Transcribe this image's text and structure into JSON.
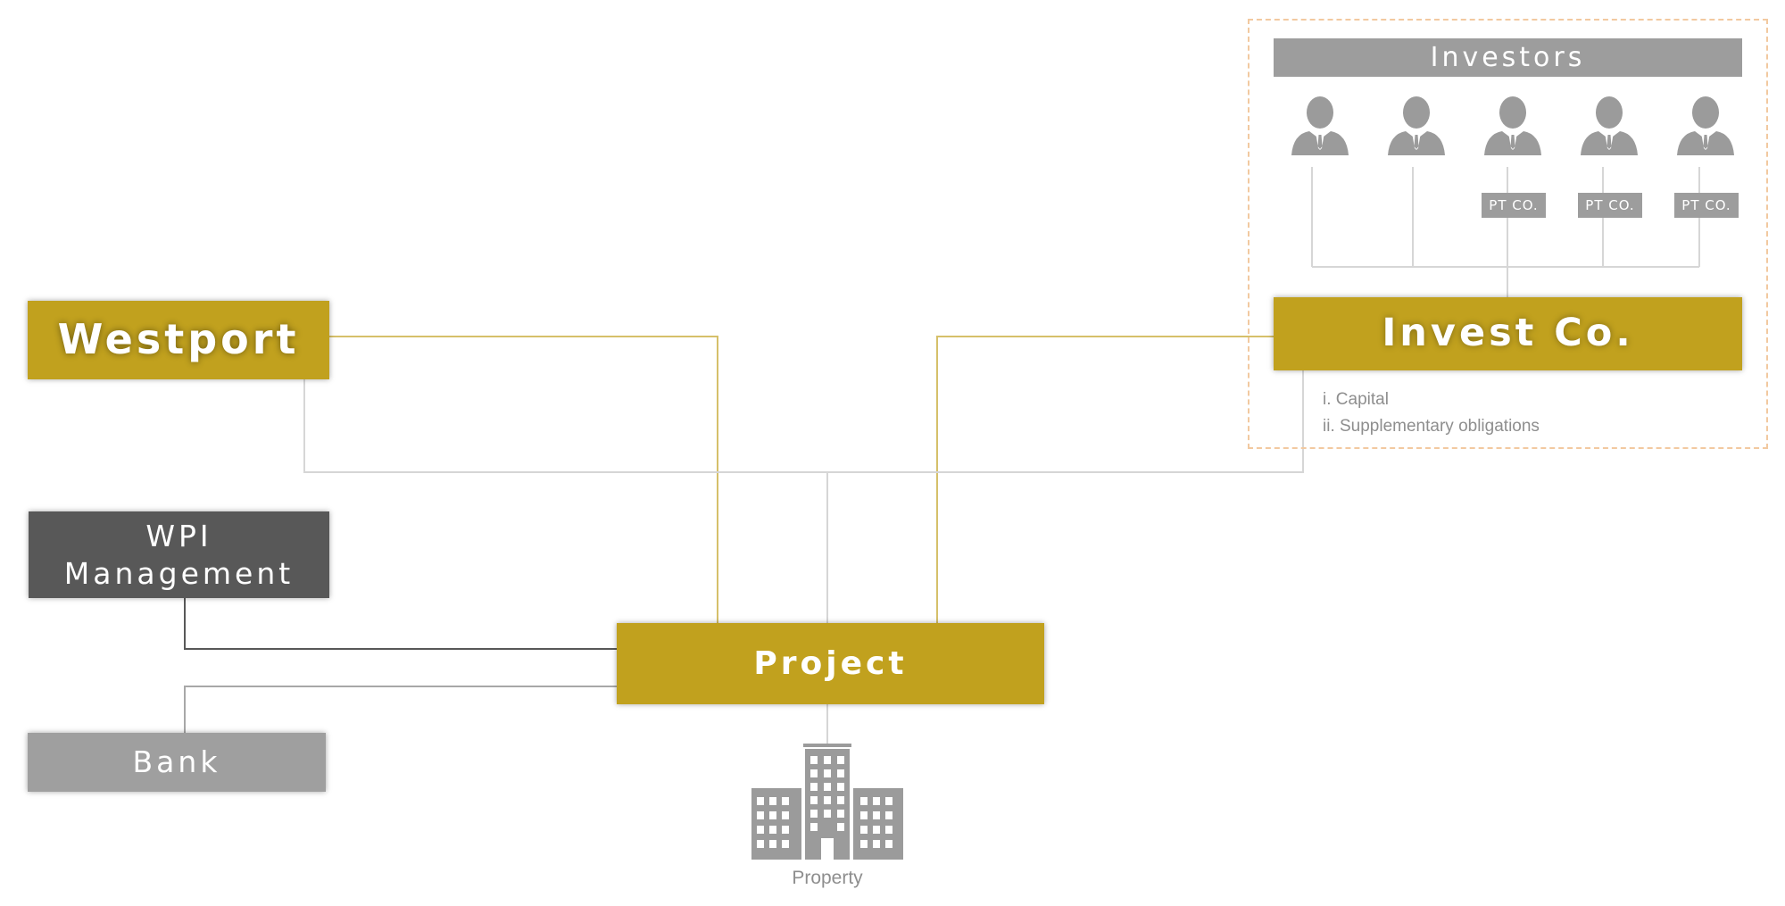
{
  "entities": {
    "westport": "Westport",
    "wpi_management_line1": "WPI",
    "wpi_management_line2": "Management",
    "bank": "Bank",
    "project": "Project",
    "invest_co": "Invest Co."
  },
  "investors": {
    "header": "Investors",
    "count": 5,
    "pt_co_label": "PT CO.",
    "pt_co_count": 3
  },
  "invest_co_obligations": [
    "i. Capital",
    "ii. Supplementary obligations"
  ],
  "property_label": "Property",
  "colors": {
    "gold": "#c1a11e",
    "dark_grey": "#585858",
    "grey": "#9f9f9f",
    "line_grey": "#d6d6d6",
    "dashed_border": "#f2c9a0",
    "icon_grey": "#9b9b9b"
  }
}
